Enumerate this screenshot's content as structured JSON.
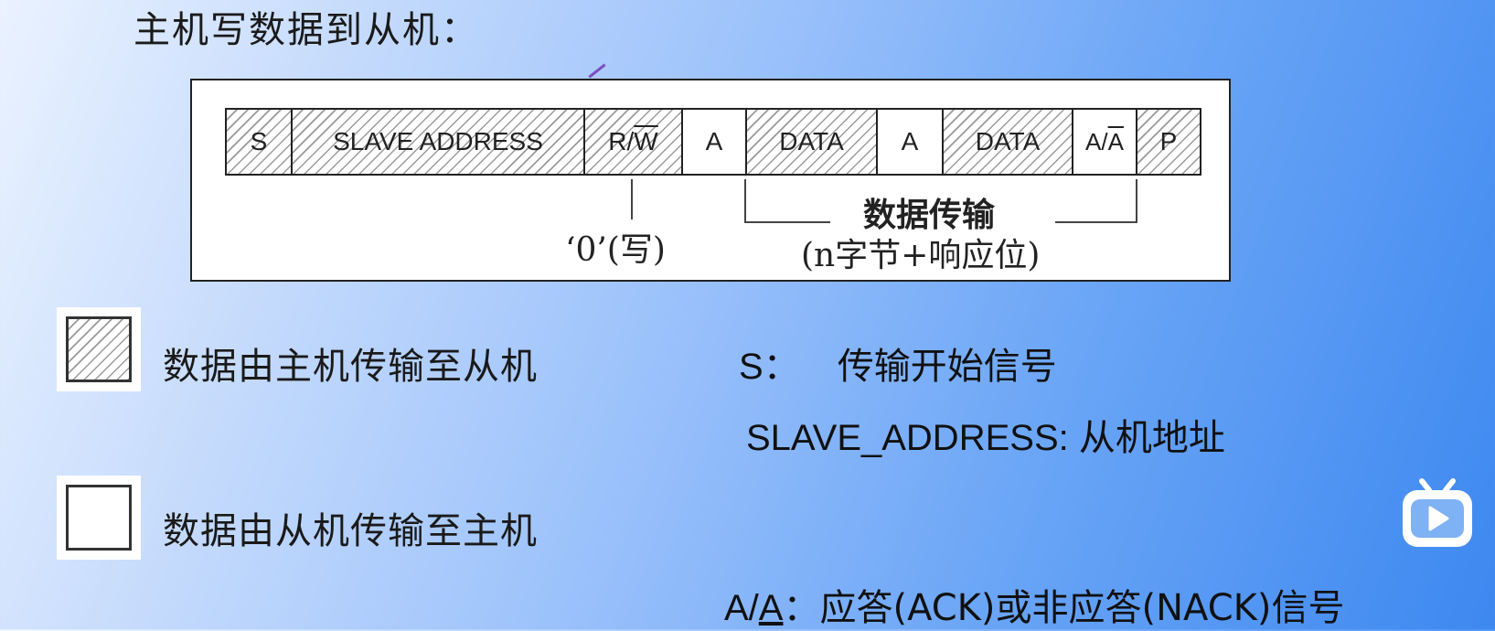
{
  "title": "主机写数据到从机：",
  "frame": {
    "cells": [
      {
        "label": "S",
        "hatched": true
      },
      {
        "label": "SLAVE ADDRESS",
        "hatched": true
      },
      {
        "label": "R/",
        "label_over": "W",
        "hatched": true
      },
      {
        "label": "A",
        "hatched": false
      },
      {
        "label": "DATA",
        "hatched": true
      },
      {
        "label": "A",
        "hatched": false
      },
      {
        "label": "DATA",
        "hatched": true
      },
      {
        "label": "A/",
        "label_over": "A",
        "hatched": false
      },
      {
        "label": "P",
        "hatched": true
      }
    ]
  },
  "annotations": {
    "rw_value": "‘0’(写)",
    "transfer_title": "数据传输",
    "transfer_detail": "(n字节+响应位)"
  },
  "legend": {
    "master_to_slave": "数据由主机传输至从机",
    "slave_to_master": "数据由从机传输至主机"
  },
  "definitions": {
    "s_key": "S：",
    "s_desc": "传输开始信号",
    "addr_key": "SLAVE_ADDRESS:",
    "addr_desc": "从机地址",
    "ack_key_prefix": "A/",
    "ack_key_under": "A",
    "ack_desc": "：应答(ACK)或非应答(NACK)信号"
  },
  "colors": {
    "bg_start": "#eaf2ff",
    "bg_end": "#3d88f0",
    "hatch": "#9a9a9a",
    "logo": "#ffffff"
  },
  "icons": {
    "logo": "tv-play-icon"
  }
}
